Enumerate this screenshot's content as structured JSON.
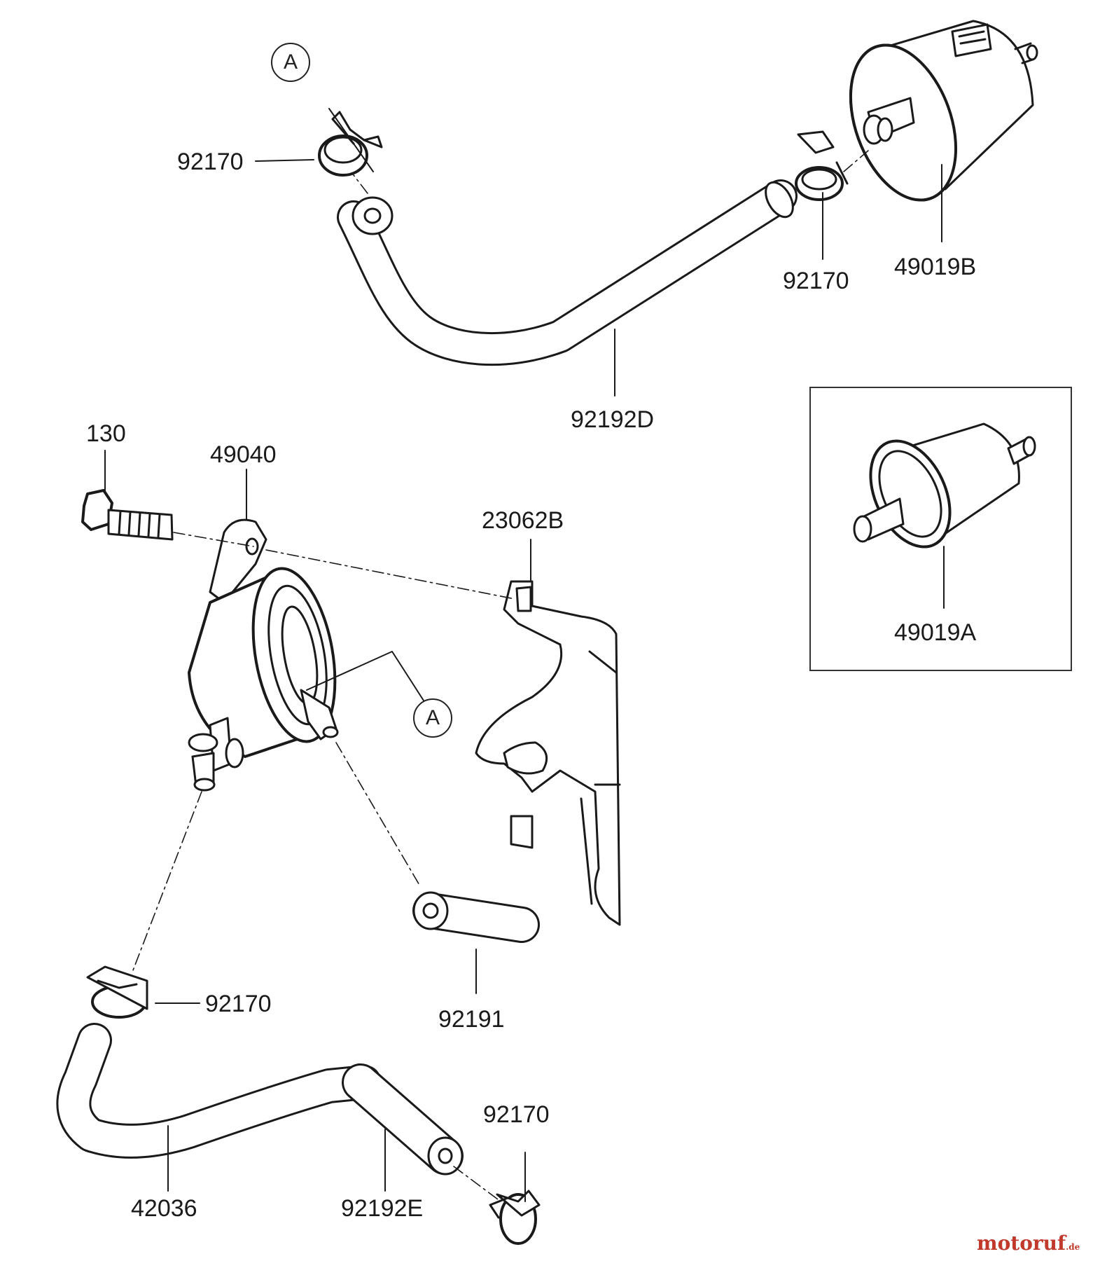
{
  "callouts": {
    "clamp_top_left": "92170",
    "clamp_top_right": "92170",
    "filter_top": "49019B",
    "hose_top": "92192D",
    "filter_inset": "49019A",
    "bolt": "130",
    "pump": "49040",
    "bracket": "23062B",
    "hose_short": "92191",
    "clamp_bottom_left": "92170",
    "clamp_bottom_right": "92170",
    "hose_bottom_long": "42036",
    "hose_bottom_short": "92192E"
  },
  "reference_marks": {
    "top": "A",
    "pump_outlet": "A"
  },
  "watermark": {
    "brand": "motoruf",
    "suffix": ".de",
    "color": "#c0392b"
  }
}
